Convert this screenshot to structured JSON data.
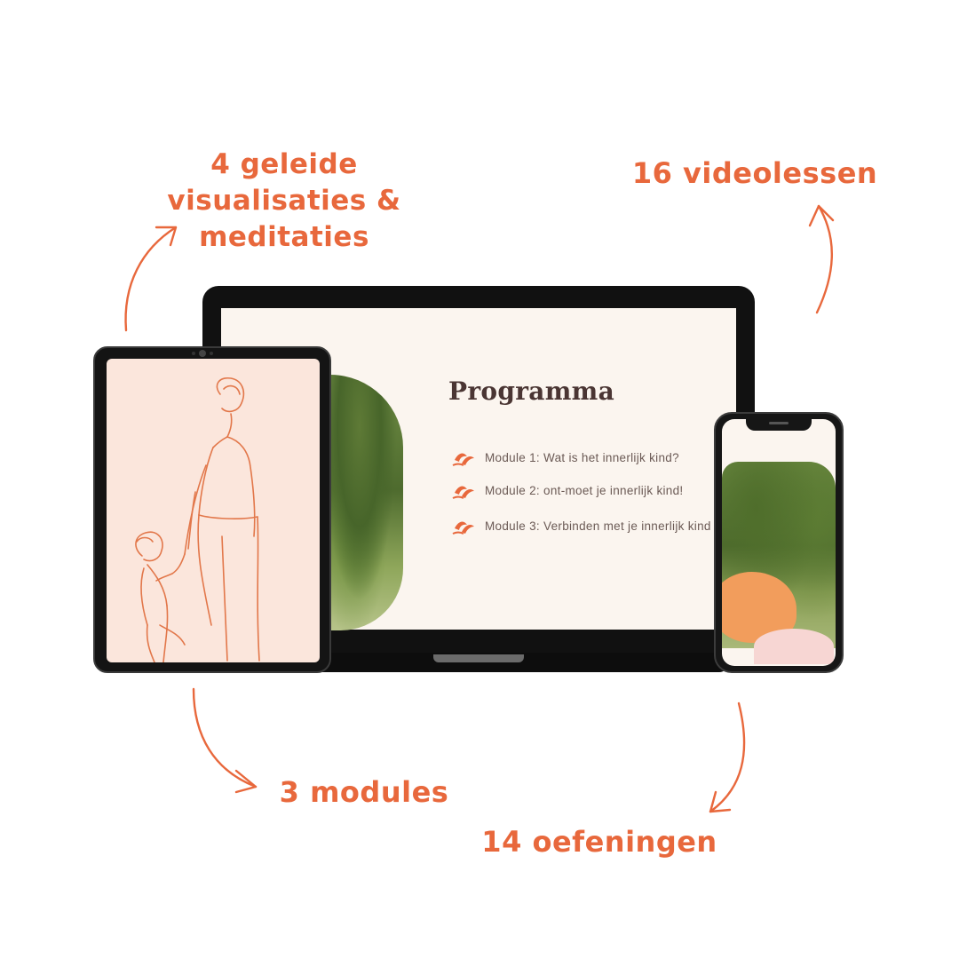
{
  "callouts": {
    "visualisaties": [
      "4 geleide",
      "visualisaties &",
      "meditaties"
    ],
    "videolessen": "16 videolessen",
    "modules": "3 modules",
    "oefeningen": "14 oefeningen"
  },
  "laptop": {
    "title": "Programma",
    "modules": [
      "Module 1: Wat is het innerlijk kind?",
      "Module 2: ont-moet je innerlijk kind!",
      "Module 3: Verbinden met je innerlijk kind"
    ]
  },
  "colors": {
    "accent": "#e8683c",
    "title": "#4a3533",
    "screen_bg": "#fbf5ef",
    "tablet_bg": "#fbe6dc"
  }
}
